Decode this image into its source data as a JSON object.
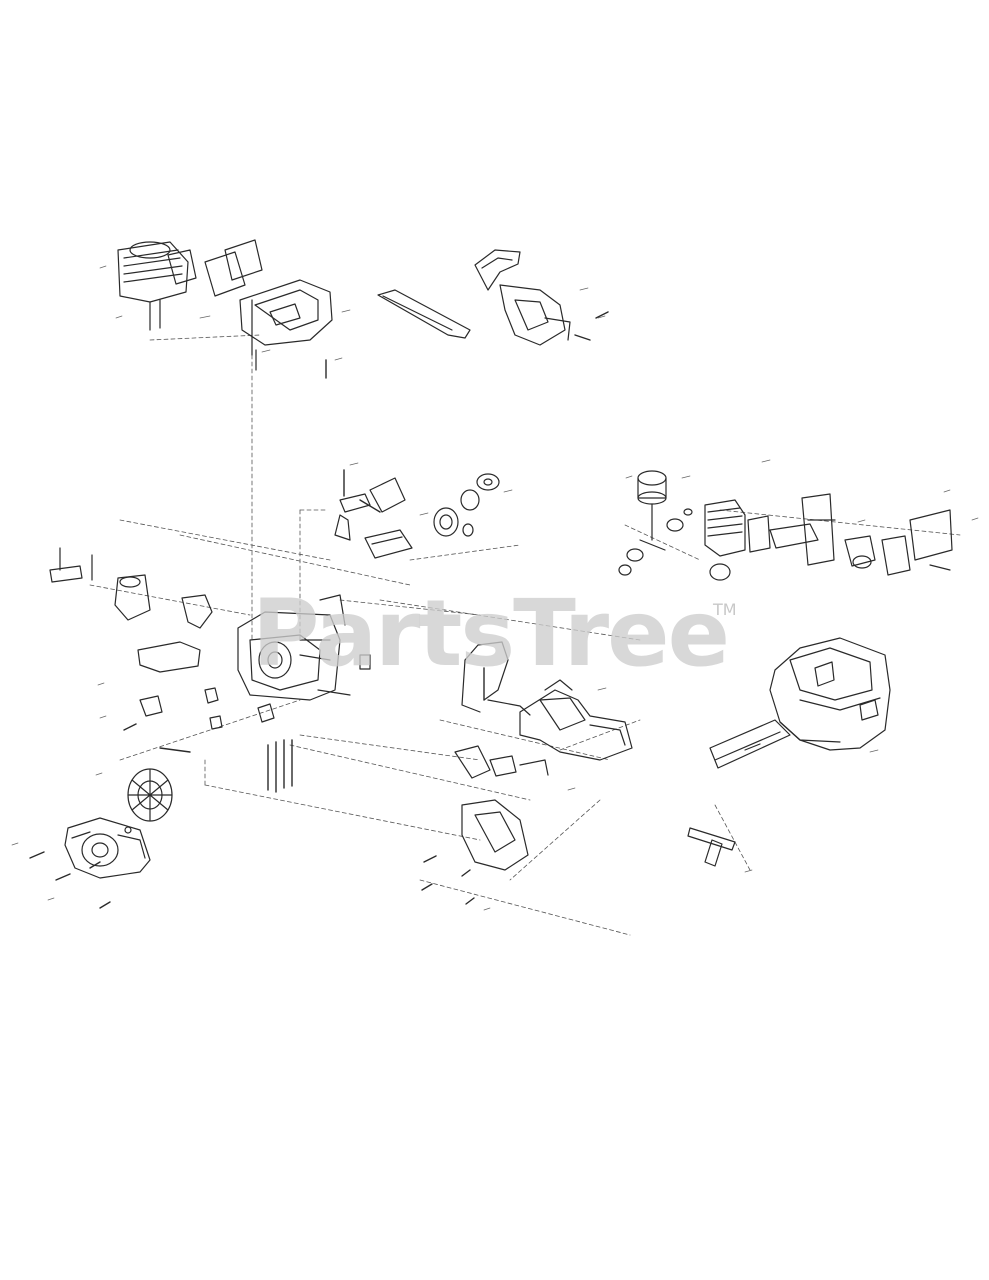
{
  "watermark": {
    "text": "PartsTree",
    "trademark": "TM",
    "color": "#cccccc"
  },
  "drawing": {
    "line_color": "#2a2a2a",
    "style": "exploded-parts-diagram"
  }
}
